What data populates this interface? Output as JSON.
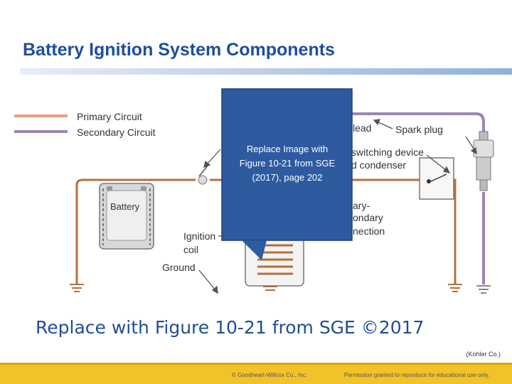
{
  "title": "Battery Ignition System Components",
  "legend": {
    "primary": "Primary Circuit",
    "secondary": "Secondary Circuit",
    "primary_color": "#e8a07e",
    "secondary_color": "#9b86b5"
  },
  "labels": {
    "lead": "lead",
    "spark_plug": "Spark plug",
    "switching_device": "switching device",
    "condenser": "d condenser",
    "battery": "Battery",
    "ignition_coil_1": "Ignition",
    "ignition_coil_2": "coil",
    "ground": "Ground",
    "ps_connection_1": "ary-",
    "ps_connection_2": "ondary",
    "ps_connection_3": "nection"
  },
  "callout": {
    "line1": "Replace Image with",
    "line2": "Figure 10-21 from SGE",
    "line3": "(2017), page 202",
    "color": "#2e5aa0"
  },
  "caption": "Replace with Figure 10-21 from SGE ©2017",
  "credit": "(Kohler Co.)",
  "footer": {
    "left": "© Goodheart-Willcox Co., Inc.",
    "right": "Permission granted to reproduce for educational use only."
  },
  "colors": {
    "title": "#1f4e9a",
    "wire": "#b56f3e",
    "footer": "#f2c22a"
  }
}
